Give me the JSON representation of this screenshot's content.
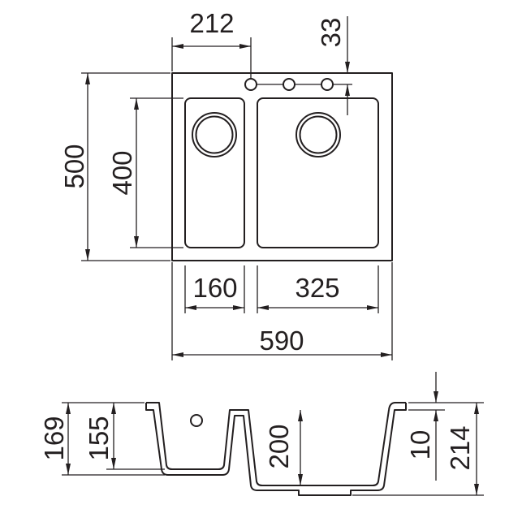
{
  "colors": {
    "ink": "#231f20",
    "paper": "#ffffff"
  },
  "plan_view": {
    "tap_hole_offset": "212",
    "tap_hole_edge_distance": "33",
    "overall_depth": "500",
    "bowl_length": "400",
    "small_bowl_width": "160",
    "large_bowl_width": "325",
    "overall_width": "590"
  },
  "section_view": {
    "small_bowl_outer_height": "169",
    "small_bowl_inner_depth": "155",
    "large_bowl_depth": "200",
    "rim_thickness": "10",
    "overall_height": "214"
  }
}
